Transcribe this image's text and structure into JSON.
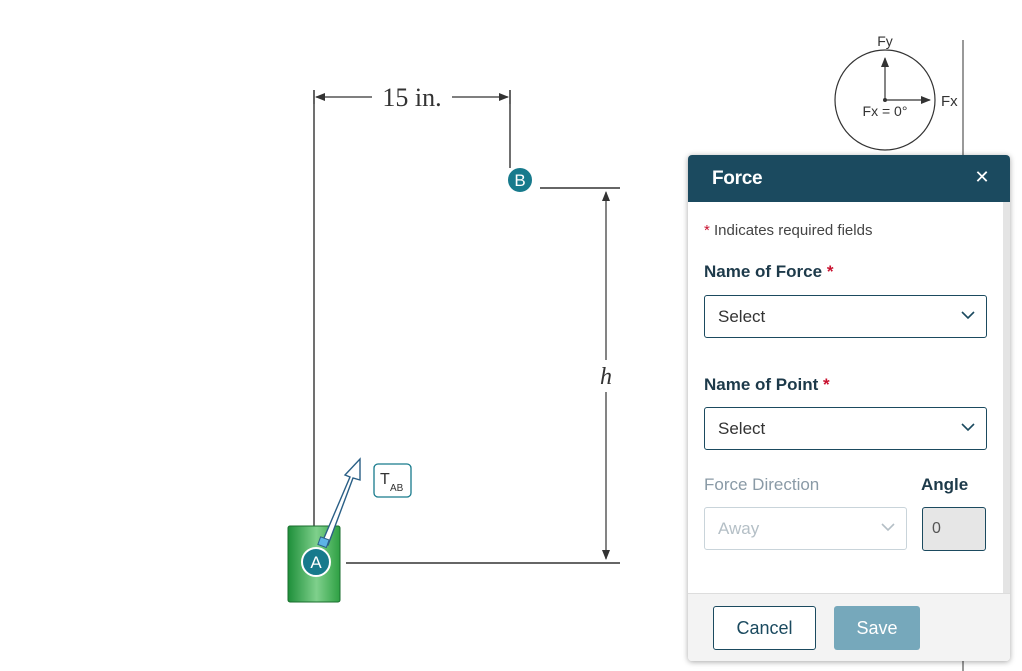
{
  "diagram": {
    "dimension_width": "15 in.",
    "dimension_height": "h",
    "point_a": "A",
    "point_b": "B",
    "tension_main": "T",
    "tension_sub": "AB"
  },
  "compass": {
    "top_label": "Fy",
    "right_label": "Fx",
    "center_label": "Fx = 0°"
  },
  "panel": {
    "title": "Force",
    "close_symbol": "✕",
    "required_star": "*",
    "required_note": "Indicates required fields",
    "name_of_force_label": "Name of Force",
    "name_of_force_value": "Select",
    "name_of_point_label": "Name of Point",
    "name_of_point_value": "Select",
    "force_direction_label": "Force Direction",
    "force_direction_value": "Away",
    "angle_label": "Angle",
    "angle_value": "0",
    "cancel_label": "Cancel",
    "save_label": "Save"
  },
  "colors": {
    "header_bg": "#1b4a5f",
    "point_marker": "#177a8c",
    "block_green": "#2ea043",
    "save_disabled": "#76a8bb",
    "required_red": "#c8102e"
  }
}
